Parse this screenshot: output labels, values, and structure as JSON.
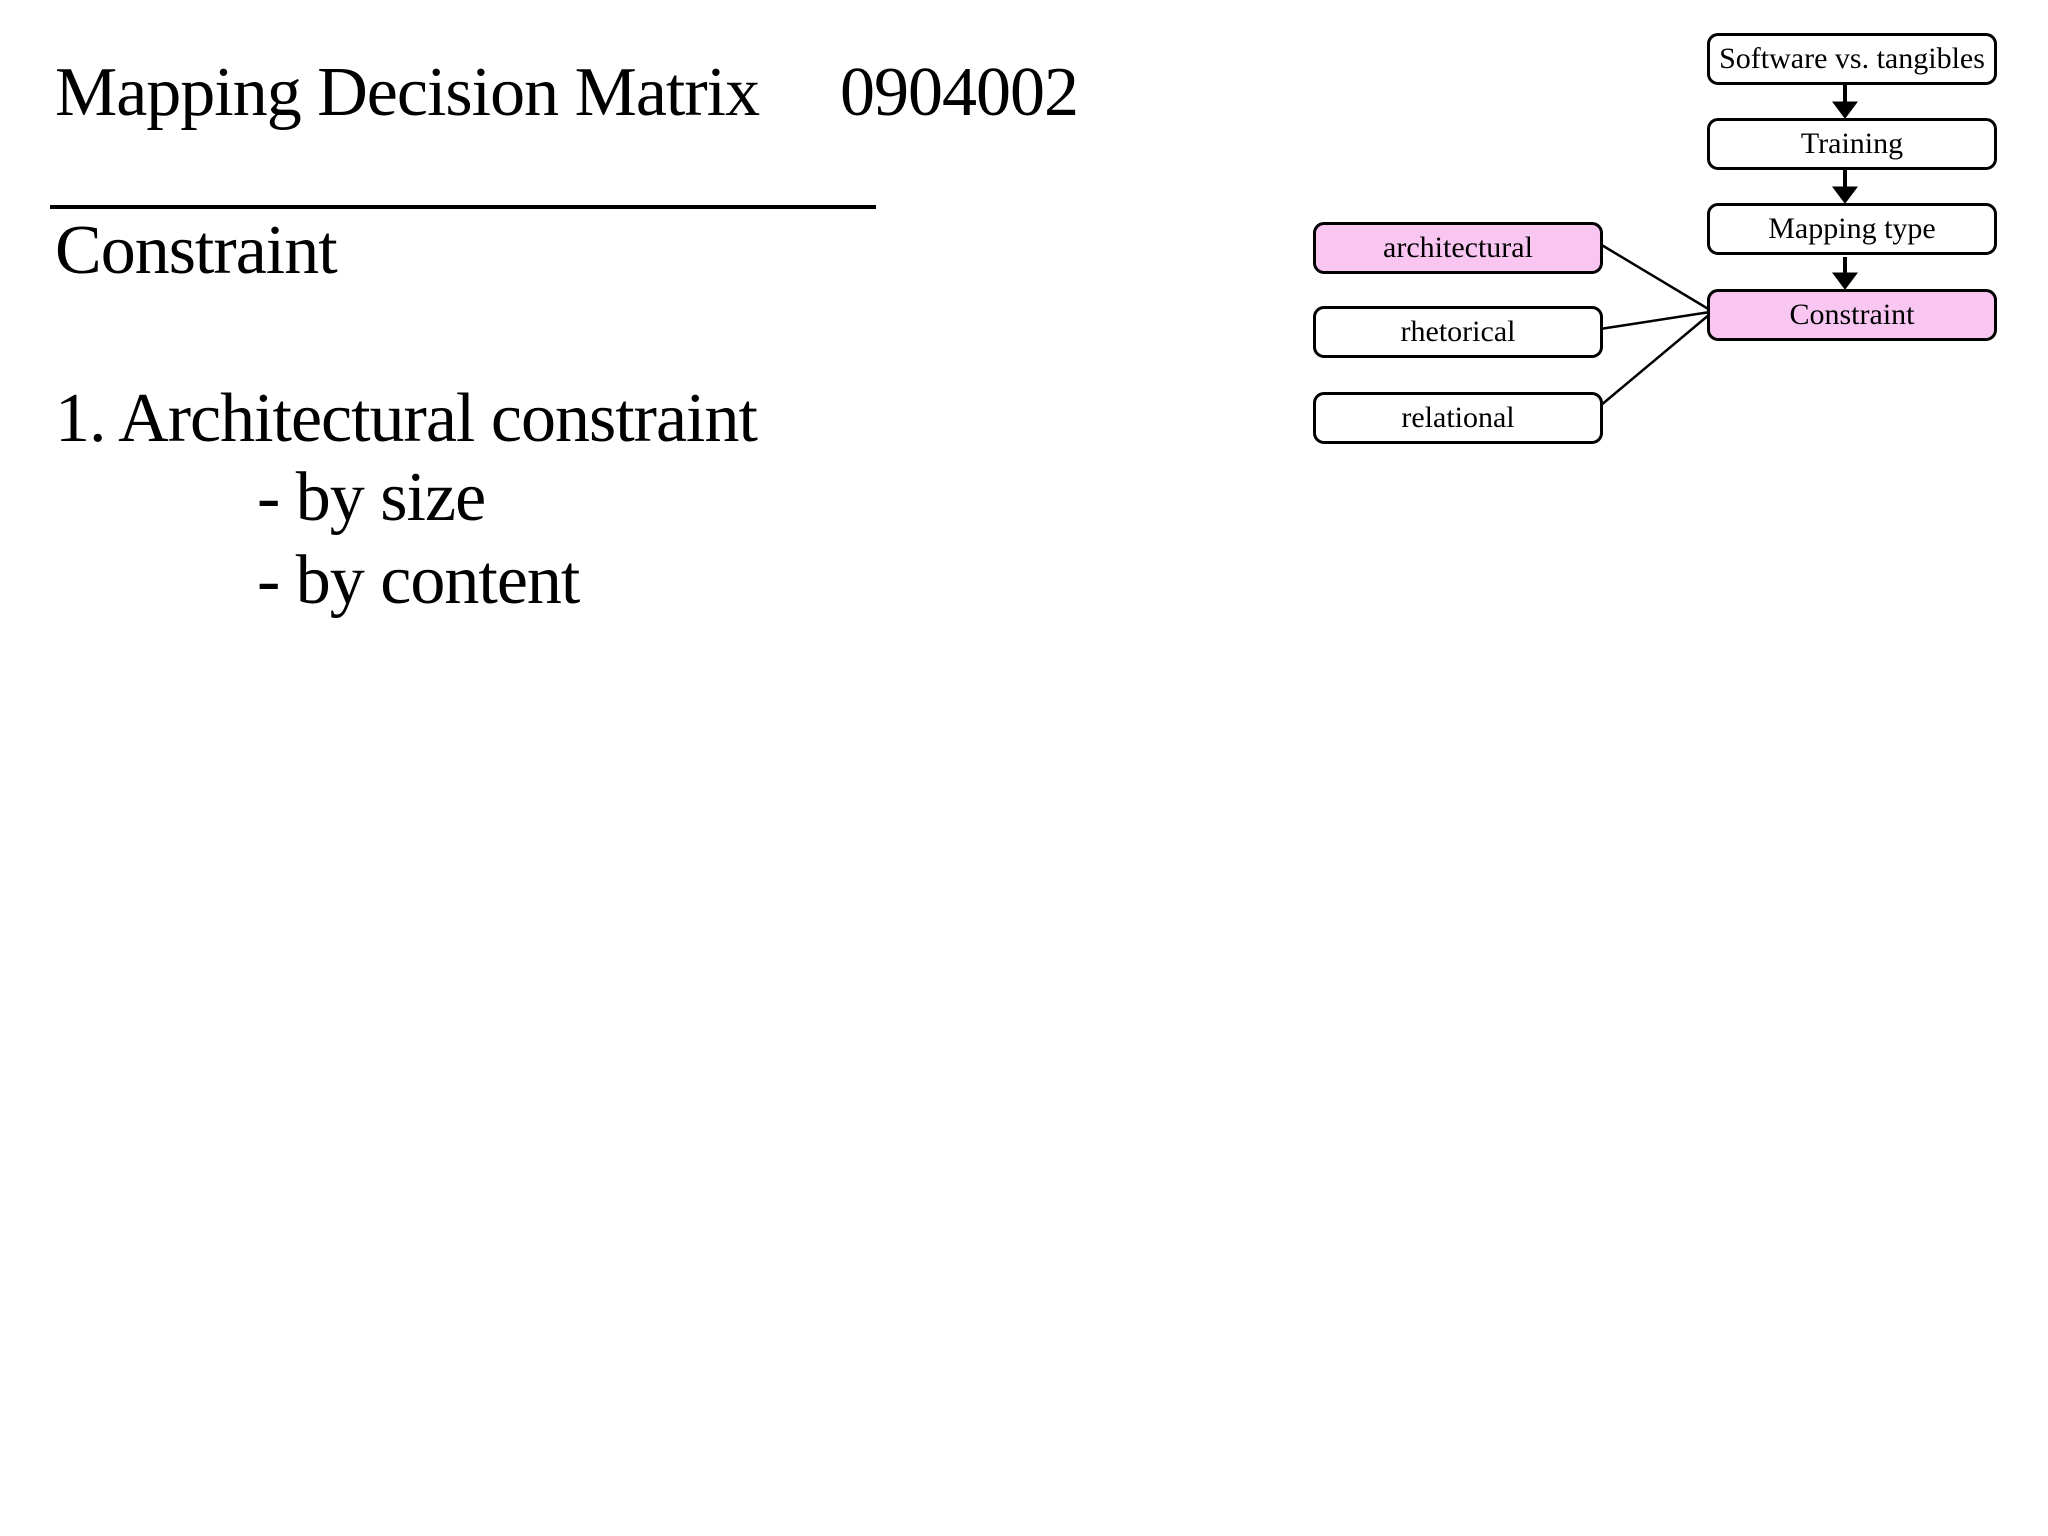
{
  "slide": {
    "title": "Mapping Decision Matrix",
    "code": "0904002",
    "section_heading": "Constraint",
    "body": {
      "item": "1. Architectural constraint",
      "subitems": [
        "- by size",
        "- by content"
      ]
    }
  },
  "diagram": {
    "flow_boxes": [
      {
        "label": "Software vs. tangibles",
        "highlighted": false
      },
      {
        "label": "Training",
        "highlighted": false
      },
      {
        "label": "Mapping type",
        "highlighted": false
      },
      {
        "label": "Constraint",
        "highlighted": true
      }
    ],
    "option_boxes": [
      {
        "label": "architectural",
        "highlighted": true
      },
      {
        "label": "rhetorical",
        "highlighted": false
      },
      {
        "label": "relational",
        "highlighted": false
      }
    ],
    "flow_arrows": [
      {
        "from": "Software vs. tangibles",
        "to": "Training"
      },
      {
        "from": "Training",
        "to": "Mapping type"
      },
      {
        "from": "Mapping type",
        "to": "Constraint"
      }
    ],
    "connections": [
      {
        "from": "architectural",
        "to": "Constraint"
      },
      {
        "from": "rhetorical",
        "to": "Constraint"
      },
      {
        "from": "relational",
        "to": "Constraint"
      }
    ],
    "colors": {
      "highlight_fill": "#f9c6f2",
      "box_fill": "#ffffff",
      "box_border": "#000000",
      "connector": "#000000"
    }
  }
}
